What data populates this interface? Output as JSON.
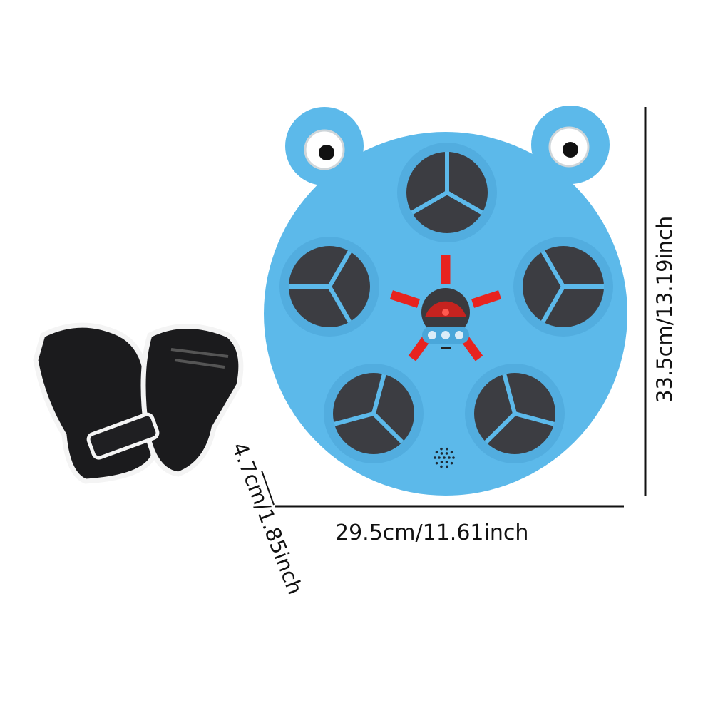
{
  "product": {
    "board_color": "#5cb9ea",
    "pad_color": "#3c3d42",
    "led_color": "#e8231f",
    "glove_color": "#1b1b1d",
    "glove_trim_color": "#ffffff"
  },
  "dimensions": {
    "height_label": "33.5cm/13.19inch",
    "width_label": "29.5cm/11.61inch",
    "depth_label": "4.7cm/1.85inch"
  }
}
